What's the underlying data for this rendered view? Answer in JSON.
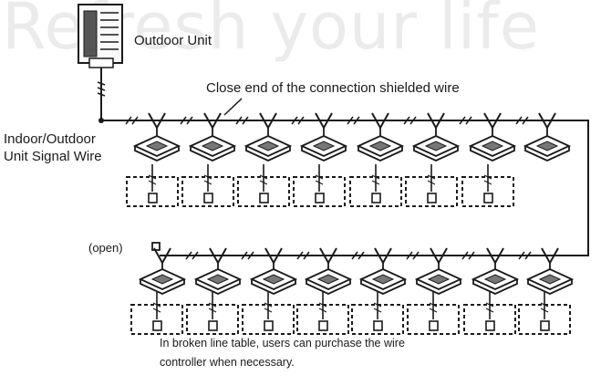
{
  "watermark": "Refresh your life",
  "labels": {
    "outdoor_unit": "Outdoor Unit",
    "close_end": "Close end of the connection shielded wire",
    "signal_wire": "Indoor/Outdoor\nUnit Signal Wire",
    "open": "(open)",
    "note": "In broken line table, users can purchase the wire\ncontroller when necessary."
  },
  "units": {
    "top_row_indoor_units": 8,
    "bottom_row_indoor_units": 8,
    "top_row_controllers": 7,
    "bottom_row_controllers": 8
  },
  "colors": {
    "line": "#1a1a1a",
    "watermark": "#ebebeb",
    "background": "#ffffff"
  }
}
